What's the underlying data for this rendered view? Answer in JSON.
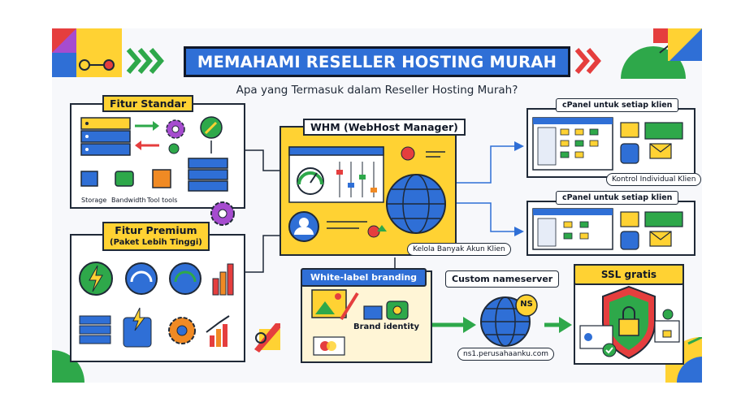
{
  "title": "MEMAHAMI RESELLER HOSTING MURAH",
  "subtitle": "Apa yang Termasuk dalam Reseller Hosting Murah?",
  "standard": {
    "title": "Fitur Standar",
    "items": [
      "Storage",
      "Bandwidth",
      "Tool tools"
    ]
  },
  "premium": {
    "title": "Fitur Premium",
    "subtitle": "(Paket Lebih Tinggi)"
  },
  "whm": {
    "title": "WHM (WebHost Manager)",
    "caption": "Kelola Banyak Akun Klien"
  },
  "cpanel_top": {
    "title": "cPanel untuk setiap klien",
    "caption": "Kontrol Individual Klien"
  },
  "cpanel_bottom": {
    "title": "cPanel untuk setiap klien"
  },
  "branding": {
    "title": "White-label branding",
    "caption": "Brand identity"
  },
  "nameserver": {
    "title": "Custom nameserver",
    "badge": "NS",
    "domain": "ns1.perusahaanku.com"
  },
  "ssl": {
    "title": "SSL gratis"
  },
  "colors": {
    "blue": "#2f6fd6",
    "yellow": "#ffd233",
    "green": "#2ea84a",
    "red": "#e53e3e",
    "orange": "#f08a24",
    "purple": "#a64ccf",
    "dark": "#1f2937"
  }
}
